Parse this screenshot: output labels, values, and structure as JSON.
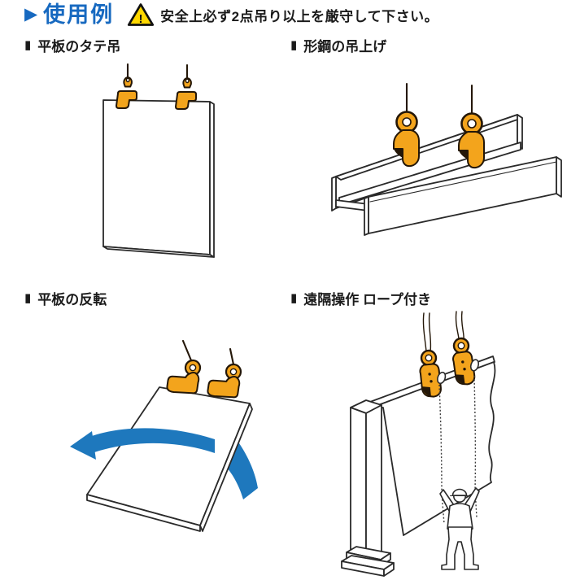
{
  "header": {
    "bullet": "▶",
    "title": "使用例",
    "warning_glyph": "!",
    "warning_text": "安全上必ず2点吊り以上を厳守して下さい。"
  },
  "sections": [
    {
      "marker": "▮",
      "label": "平板のタテ吊"
    },
    {
      "marker": "▮",
      "label": "形鋼の吊上げ"
    },
    {
      "marker": "▮",
      "label": "平板の反転"
    },
    {
      "marker": "▮",
      "label": "遠隔操作 ロープ付き"
    }
  ],
  "icons": {
    "header_bullet": "right-pointing-triangle",
    "warning": "warning-triangle-with-exclamation",
    "section_marker": "black-vertical-rectangle",
    "clamp": "vertical-plate-lifting-clamp",
    "flip_arrow": "curved-flip-arrow"
  },
  "colors": {
    "accent_blue": "#1769c0",
    "arrow_blue": "#1e78bd",
    "clamp_orange": "#f3a41c",
    "clamp_shade": "#d98f0e",
    "outline": "#241708",
    "warning_yellow": "#ffd800",
    "ink": "#1b1b1b",
    "rope": "#3c3c3c",
    "line": "#2a2a2a"
  }
}
